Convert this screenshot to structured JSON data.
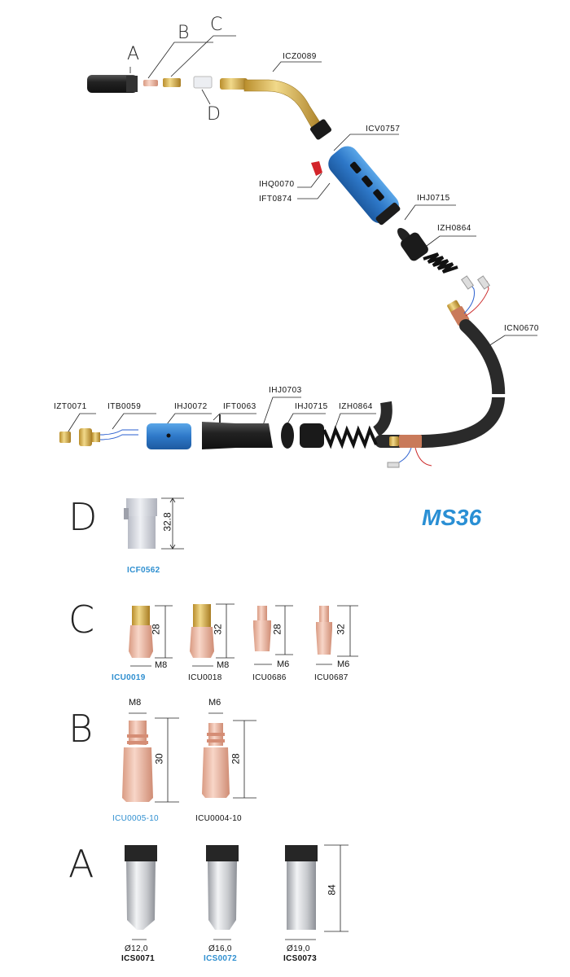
{
  "model": "MS36",
  "exploded": {
    "letters": {
      "a": "A",
      "b": "B",
      "c": "C",
      "d": "D"
    },
    "upper_labels": {
      "neck": "ICZ0089",
      "handle": "ICV0757",
      "trigger": "IHQ0070",
      "screw": "IFT0874",
      "ring": "IHJ0715",
      "spring": "IZH0864",
      "cable": "ICN0670"
    },
    "lower_labels": {
      "insert": "IZT0071",
      "block": "ITB0059",
      "nut": "IHJ0072",
      "screw": "IFT0063",
      "rear": "IHJ0703",
      "ring": "IHJ0715",
      "spring": "IZH0864"
    }
  },
  "section_d": {
    "letter": "D",
    "dim": "32.8",
    "code": "ICF0562"
  },
  "section_c": {
    "letter": "C",
    "items": [
      {
        "code": "ICU0019",
        "length": "28",
        "thread": "M8"
      },
      {
        "code": "ICU0018",
        "length": "32",
        "thread": "M8"
      },
      {
        "code": "ICU0686",
        "length": "28",
        "thread": "M6"
      },
      {
        "code": "ICU0687",
        "length": "32",
        "thread": "M6"
      }
    ]
  },
  "section_b": {
    "letter": "B",
    "items": [
      {
        "code": "ICU0005-10",
        "length": "30",
        "thread": "M8"
      },
      {
        "code": "ICU0004-10",
        "length": "28",
        "thread": "M6"
      }
    ]
  },
  "section_a": {
    "letter": "A",
    "length": "84",
    "items": [
      {
        "code": "ICS0071",
        "diameter": "Ø12,0"
      },
      {
        "code": "ICS0072",
        "diameter": "Ø16,0"
      },
      {
        "code": "ICS0073",
        "diameter": "Ø19,0"
      }
    ]
  },
  "colors": {
    "accent": "#2f8fd0",
    "copper": "#e8b49a",
    "brass": "#d8b24a",
    "handle_blue": "#2e6fc4"
  }
}
